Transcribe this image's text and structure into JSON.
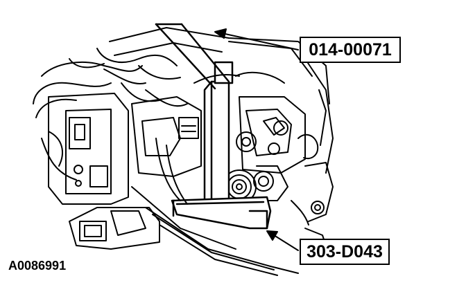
{
  "callouts": {
    "top": "014-00071",
    "bottom": "303-D043"
  },
  "figure_id": "A0086991",
  "colors": {
    "ink": "#000000",
    "paper": "#ffffff"
  }
}
